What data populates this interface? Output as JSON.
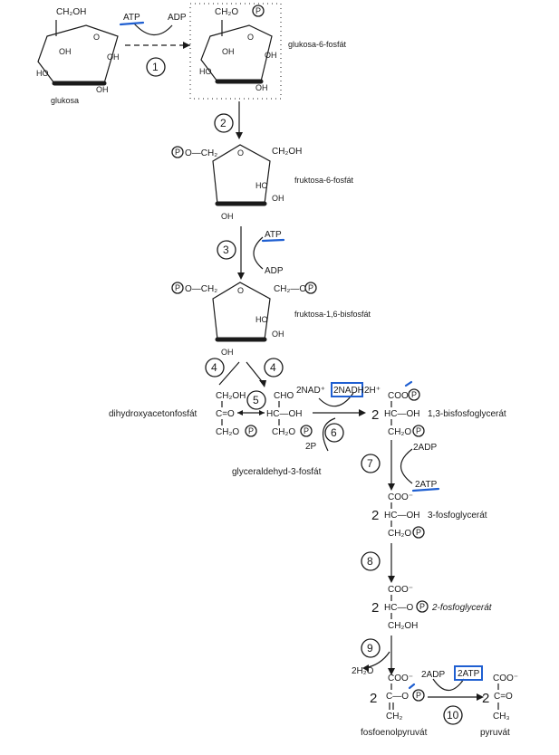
{
  "labels": {
    "glukosa": "glukosa",
    "glukosa6p": "glukosa-6-fosfát",
    "fruktosa6p": "fruktosa-6-fosfát",
    "fruktosa16bp": "fruktosa-1,6-bisfosfát",
    "dhap": "dihydroxyacetonfosfát",
    "g3p": "glyceraldehyd-3-fosfát",
    "bpg13": "1,3-bisfosfoglycerát",
    "pg3": "3-fosfoglycerát",
    "pg2": "2-fosfoglycerát",
    "pep": "fosfoenolpyruvát",
    "pyruvat": "pyruvát"
  },
  "cofactors": {
    "atp1": "ATP",
    "adp1": "ADP",
    "atp3": "ATP",
    "adp3": "ADP",
    "nad": "2NAD⁺",
    "nadh": "2NADH",
    "h": "2H⁺",
    "p2": "2P",
    "adp7": "2ADP",
    "atp7": "2ATP",
    "h2o": "2H₂O",
    "adp10": "2ADP",
    "atp10": "2ATP"
  },
  "steps": [
    "1",
    "2",
    "3",
    "4",
    "4",
    "5",
    "6",
    "7",
    "8",
    "9",
    "10"
  ],
  "multipliers": [
    "2",
    "2",
    "2",
    "2",
    "2"
  ],
  "groups": {
    "ch2oh": "CH₂OH",
    "ch2op": "CH₂O",
    "oh": "OH",
    "ho": "HO",
    "pcirc": "P",
    "o": "O",
    "cho": "CHO",
    "c_eq_o": "C=O",
    "hc_oh": "HC—OH",
    "coo": "COO⁻",
    "coop": "COO",
    "hc_op": "HC—O",
    "c_op": "C—O",
    "ch2": "CH₂",
    "ch3": "CH₃",
    "ch2_o": "CH₂—O",
    "p_o_ch2": "O—CH₂"
  }
}
